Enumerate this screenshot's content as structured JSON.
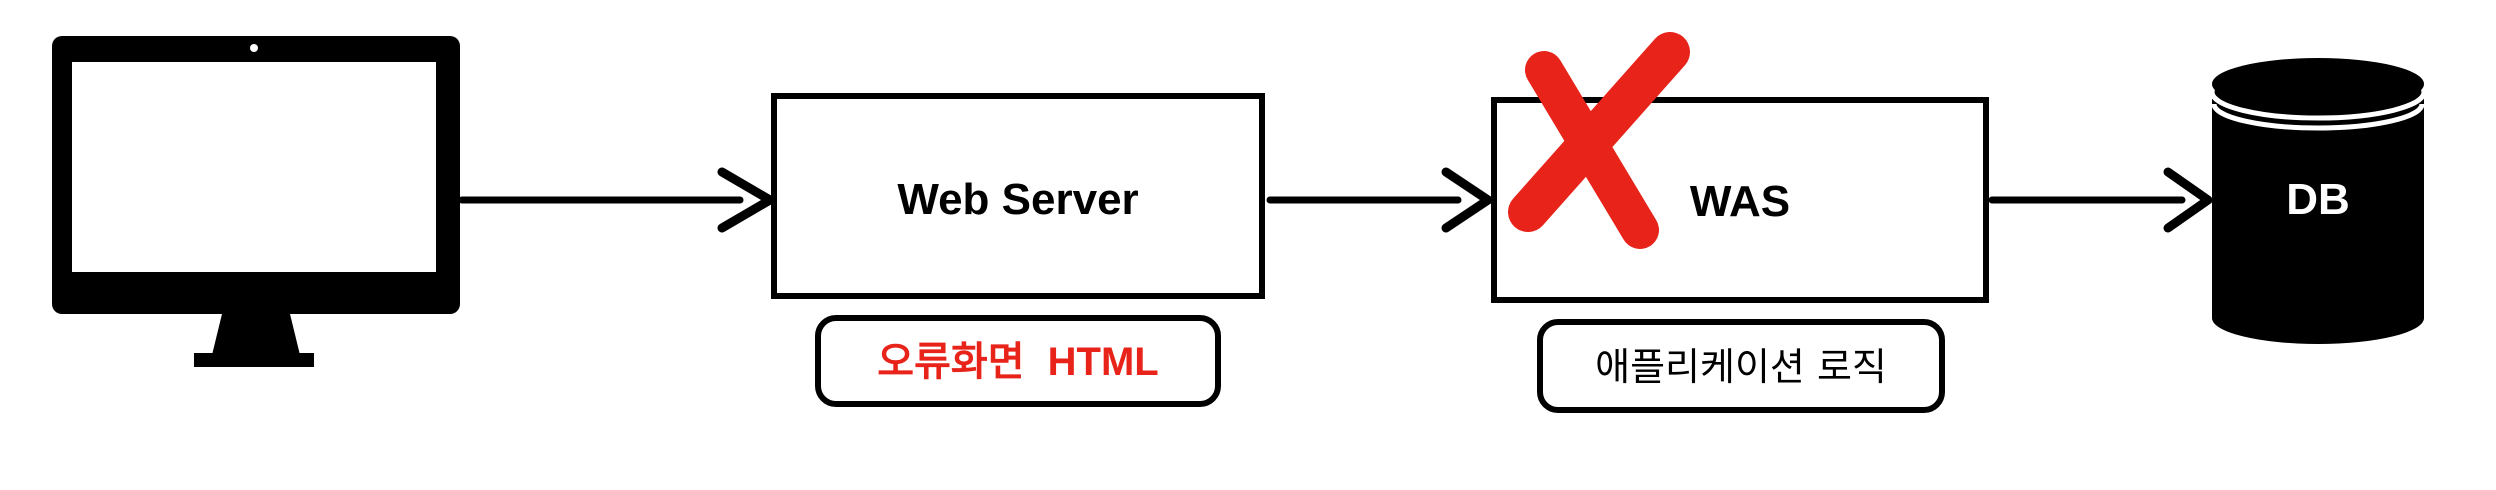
{
  "nodes": {
    "web_server": {
      "label": "Web Server"
    },
    "was": {
      "label": "WAS"
    },
    "db": {
      "label": "DB"
    }
  },
  "notes": {
    "error_page": {
      "text_kr": "오류화면",
      "text_en": "HTML",
      "color": "#e8231a"
    },
    "app_logic": {
      "text": "애플리케이션 로직"
    }
  },
  "colors": {
    "stroke": "#000000",
    "cross": "#e8231a"
  }
}
